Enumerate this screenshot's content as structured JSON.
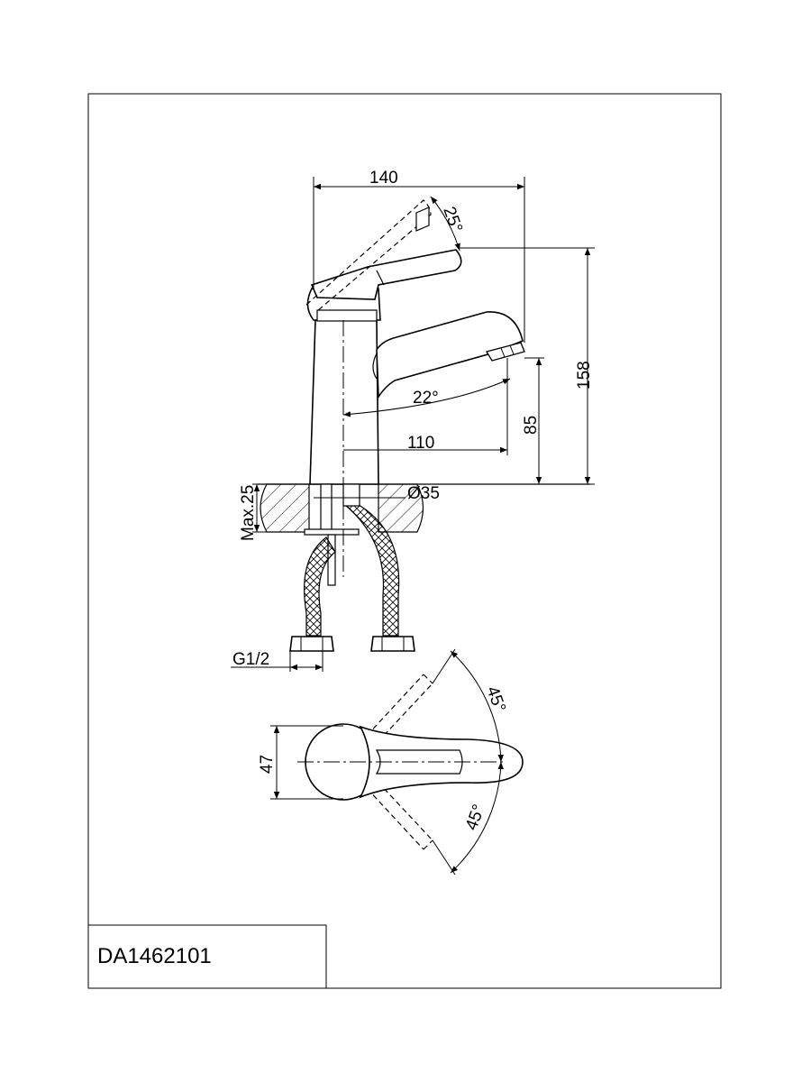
{
  "model_code": "DA1462101",
  "side_view": {
    "overall_width": "140",
    "lever_angle": "25°",
    "overall_height": "158",
    "spout_angle": "22°",
    "spout_reach": "110",
    "spout_height": "85",
    "hole_diameter": "Ø35",
    "max_counter_thickness": "Max.25",
    "connection_thread": "G1/2"
  },
  "top_view": {
    "body_width": "47",
    "rotation_angle_upper": "45°",
    "rotation_angle_lower": "45°"
  },
  "colors": {
    "line": "#000000",
    "background": "#ffffff"
  }
}
